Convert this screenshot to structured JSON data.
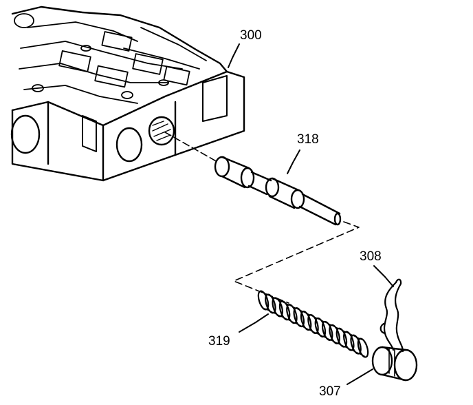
{
  "diagram": {
    "callouts": {
      "valve_body": "300",
      "valve": "318",
      "pin": "308",
      "spring": "319",
      "plug": "307"
    }
  }
}
